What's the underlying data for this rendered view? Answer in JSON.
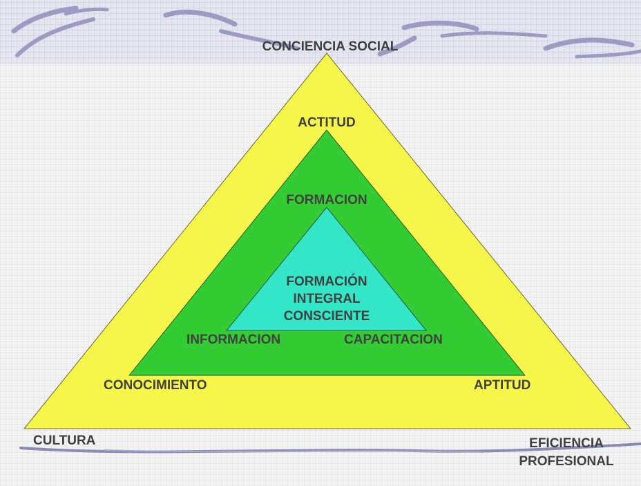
{
  "diagram": {
    "apex_label": "CONCIENCIA SOCIAL",
    "outer": {
      "left_label": "CULTURA",
      "right_label_line1": "EFICIENCIA",
      "right_label_line2": "PROFESIONAL",
      "color": "#f5f54a"
    },
    "middle": {
      "top_label": "ACTITUD",
      "left_label": "CONOCIMIENTO",
      "right_label": "APTITUD",
      "color": "#33cc33"
    },
    "inner": {
      "top_label": "FORMACION",
      "left_label": "INFORMACION",
      "right_label": "CAPACITACION",
      "color": "#33e6c8"
    },
    "center": {
      "line1": "FORMACIÓN",
      "line2": "INTEGRAL",
      "line3": "CONSCIENTE"
    },
    "text_color": "#404040",
    "decor_color": "#8a8ab8"
  }
}
